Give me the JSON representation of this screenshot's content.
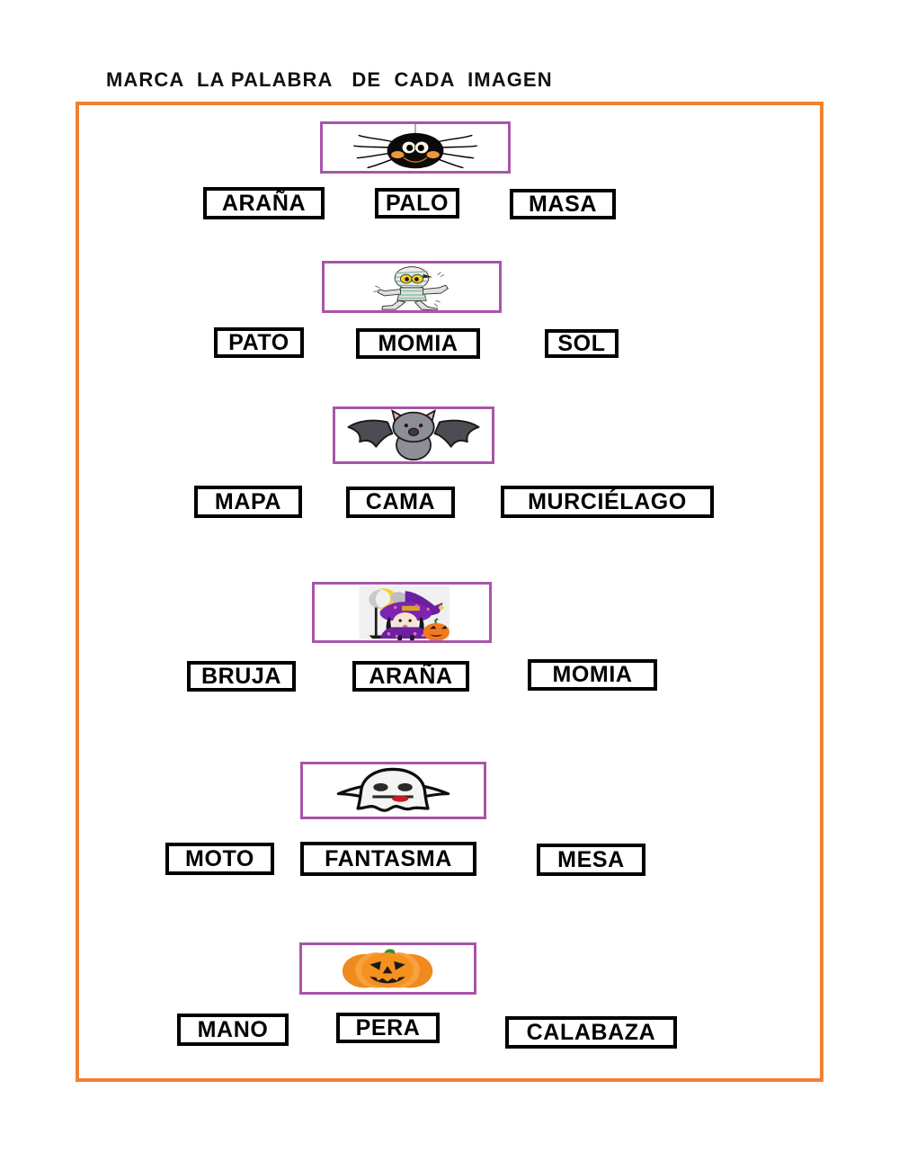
{
  "worksheet": {
    "title": "MARCA  LA PALABRA   DE  CADA  IMAGEN",
    "frame_color": "#F08134",
    "picture_frame_color": "#A855A8",
    "word_box_border_color": "#000000",
    "text_color": "#000000"
  },
  "rows": [
    {
      "picture": "spider-image",
      "picture_label": "araña",
      "options": [
        {
          "label": "ARAÑA"
        },
        {
          "label": "PALO"
        },
        {
          "label": "MASA"
        }
      ]
    },
    {
      "picture": "mummy-image",
      "picture_label": "momia",
      "options": [
        {
          "label": "PATO"
        },
        {
          "label": "MOMIA"
        },
        {
          "label": "SOL"
        }
      ]
    },
    {
      "picture": "bat-image",
      "picture_label": "murciélago",
      "options": [
        {
          "label": "MAPA"
        },
        {
          "label": "CAMA"
        },
        {
          "label": "MURCIÉLAGO"
        }
      ]
    },
    {
      "picture": "witch-image",
      "picture_label": "bruja",
      "options": [
        {
          "label": "BRUJA"
        },
        {
          "label": "ARAÑA"
        },
        {
          "label": "MOMIA"
        }
      ]
    },
    {
      "picture": "ghost-image",
      "picture_label": "fantasma",
      "options": [
        {
          "label": "MOTO"
        },
        {
          "label": "FANTASMA"
        },
        {
          "label": "MESA"
        }
      ]
    },
    {
      "picture": "pumpkin-image",
      "picture_label": "calabaza",
      "options": [
        {
          "label": "MANO"
        },
        {
          "label": "PERA"
        },
        {
          "label": "CALABAZA"
        }
      ]
    }
  ]
}
